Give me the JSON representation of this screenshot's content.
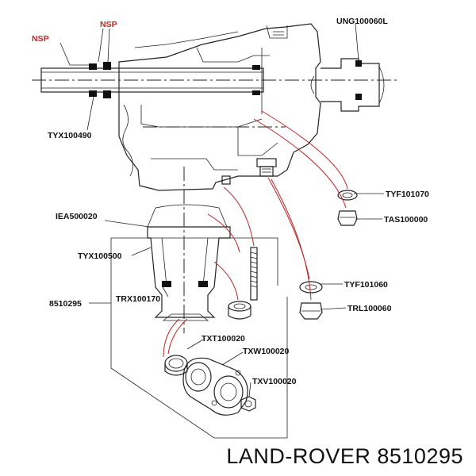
{
  "labels": {
    "nsp_left": "NSP",
    "nsp_top": "NSP",
    "ung100060l": "UNG100060L",
    "tyx100490": "TYX100490",
    "tyf101070": "TYF101070",
    "tas100000": "TAS100000",
    "iea500020": "IEA500020",
    "tyx100500": "TYX100500",
    "tyf101060": "TYF101060",
    "trx100170": "TRX100170",
    "part_8510295": "8510295",
    "trl100060": "TRL100060",
    "txt100020": "TXT100020",
    "txw100020": "TXW100020",
    "txv100020": "TXV100020"
  },
  "brand": {
    "caption": "LAND-ROVER 8510295"
  },
  "colors": {
    "nsp_red": "#c0282c",
    "leader_red": "#b8262b",
    "ink": "#222222"
  }
}
